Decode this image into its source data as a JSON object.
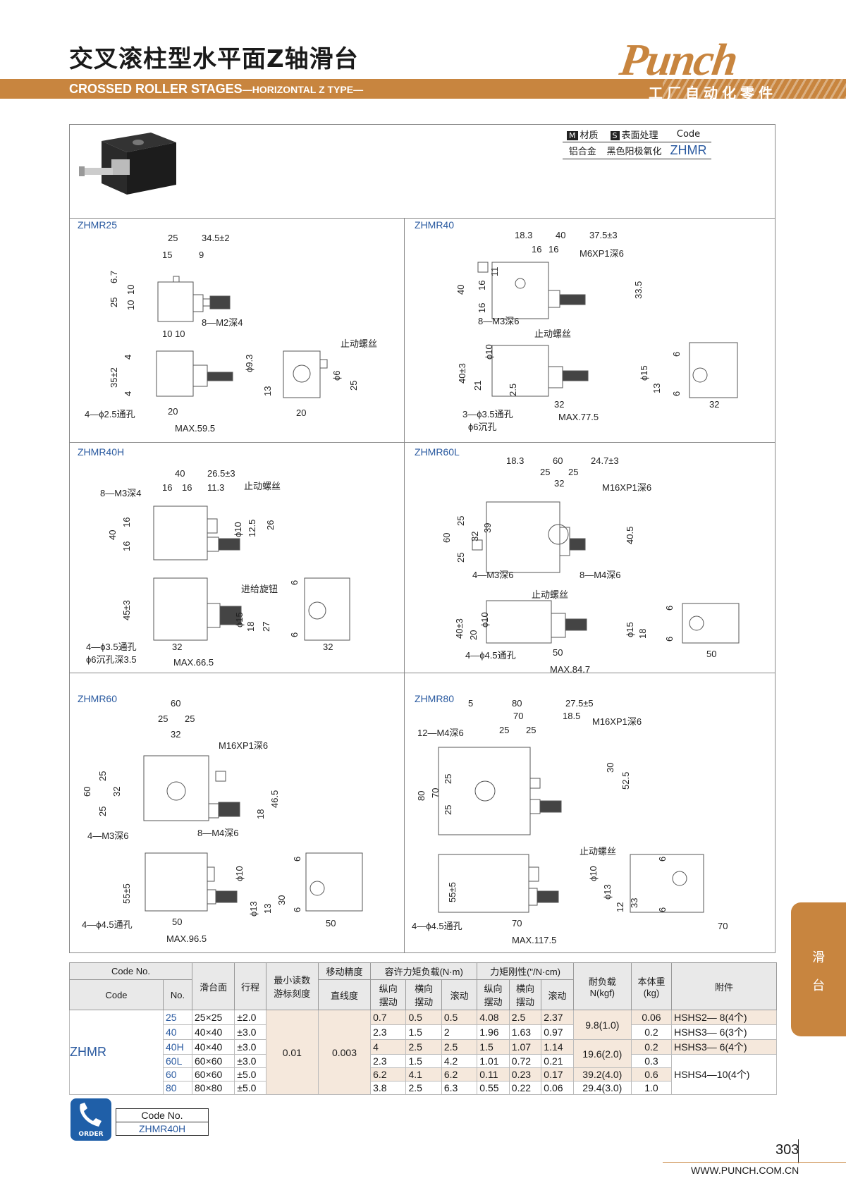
{
  "header": {
    "title_zh": "交叉滚柱型水平面Z轴滑台",
    "title_en": "CROSSED ROLLER STAGES",
    "title_en_sub": "—HORIZONTAL Z TYPE—",
    "brand": "Punch",
    "brand_sub": "工厂自动化零件",
    "accent_color": "#c8853f",
    "blue_color": "#2a5aa0"
  },
  "material": {
    "m_tag": "M",
    "m_label": "材质",
    "s_tag": "S",
    "s_label": "表面处理",
    "code_label": "Code",
    "m_value": "铝合金",
    "s_value": "黑色阳极氧化",
    "code_value": "ZHMR"
  },
  "sections": {
    "zhmr25": {
      "label": "ZHMR25",
      "d_25": "25",
      "d_345": "34.5±2",
      "d_15": "15",
      "d_9": "9",
      "d_67": "6.7",
      "d_25v": "25",
      "d_10a": "10",
      "d_10b": "10",
      "d_1010": "10 10",
      "d_m2": "8—M2深4",
      "d_stop": "止动螺丝",
      "d_4a": "4",
      "d_35": "35±2",
      "d_4b": "4",
      "d_93": "ϕ9.3",
      "d_13": "13",
      "d_6": "ϕ6",
      "d_25r": "25",
      "d_hole": "4—ϕ2.5通孔",
      "d_20": "20",
      "d_20r": "20",
      "d_max": "MAX.59.5"
    },
    "zhmr40": {
      "label": "ZHMR40",
      "d_183": "18.3",
      "d_40": "40",
      "d_375": "37.5±3",
      "d_16a": "16",
      "d_16b": "16",
      "d_m6": "M6XP1深6",
      "d_11": "11",
      "d_16v1": "16",
      "d_40v": "40",
      "d_16v2": "16",
      "d_335": "33.5",
      "d_m3": "8—M3深6",
      "d_stop": "止动螺丝",
      "d_10": "ϕ10",
      "d_40h": "40±3",
      "d_21": "21",
      "d_25": "2.5",
      "d_15": "ϕ15",
      "d_13": "13",
      "d_6a": "6",
      "d_6b": "6",
      "d_32": "32",
      "d_32r": "32",
      "d_hole": "3—ϕ3.5通孔",
      "d_sink": "ϕ6沉孔",
      "d_max": "MAX.77.5"
    },
    "zhmr40h": {
      "label": "ZHMR40H",
      "d_40": "40",
      "d_265": "26.5±3",
      "d_m3": "8—M3深4",
      "d_16a": "16",
      "d_16b": "16",
      "d_113": "11.3",
      "d_stop": "止动螺丝",
      "d_40v": "40",
      "d_16v1": "16",
      "d_16v2": "16",
      "d_10": "ϕ10",
      "d_125": "12.5",
      "d_26": "26",
      "d_feed": "进给旋钮",
      "d_45": "45±3",
      "d_15": "ϕ15",
      "d_18": "18",
      "d_27": "27",
      "d_6a": "6",
      "d_6b": "6",
      "d_hole": "4—ϕ3.5通孔",
      "d_sink": "ϕ6沉孔深3.5",
      "d_32": "32",
      "d_32r": "32",
      "d_max": "MAX.66.5"
    },
    "zhmr60l": {
      "label": "ZHMR60L",
      "d_183": "18.3",
      "d_60": "60",
      "d_247": "24.7±3",
      "d_25a": "25",
      "d_25b": "25",
      "d_32": "32",
      "d_m16": "M16XP1深6",
      "d_60v": "60",
      "d_25v1": "25",
      "d_32v": "32",
      "d_39": "39",
      "d_25v2": "25",
      "d_405": "40.5",
      "d_m3": "4—M3深6",
      "d_m4": "8—M4深6",
      "d_stop": "止动螺丝",
      "d_40h": "40±3",
      "d_10": "ϕ10",
      "d_20": "20",
      "d_15": "ϕ15",
      "d_18": "18",
      "d_6a": "6",
      "d_6b": "6",
      "d_hole": "4—ϕ4.5通孔",
      "d_50": "50",
      "d_50r": "50",
      "d_max": "MAX.84.7"
    },
    "zhmr60": {
      "label": "ZHMR60",
      "d_60": "60",
      "d_25a": "25",
      "d_25b": "25",
      "d_32": "32",
      "d_m16": "M16XP1深6",
      "d_60v": "60",
      "d_25v1": "25",
      "d_32v": "32",
      "d_25v2": "25",
      "d_465": "46.5",
      "d_18": "18",
      "d_m3": "4—M3深6",
      "d_m4": "8—M4深6",
      "d_55": "55±5",
      "d_10": "ϕ10",
      "d_13a": "ϕ13",
      "d_13b": "13",
      "d_30": "30",
      "d_6a": "6",
      "d_6b": "6",
      "d_hole": "4—ϕ4.5通孔",
      "d_50": "50",
      "d_50r": "50",
      "d_max": "MAX.96.5"
    },
    "zhmr80": {
      "label": "ZHMR80",
      "d_5": "5",
      "d_80": "80",
      "d_275": "27.5±5",
      "d_70": "70",
      "d_185": "18.5",
      "d_m16": "M16XP1深6",
      "d_m4": "12—M4深6",
      "d_25a": "25",
      "d_25b": "25",
      "d_80v": "80",
      "d_70v": "70",
      "d_25v1": "25",
      "d_25v2": "25",
      "d_30": "30",
      "d_525": "52.5",
      "d_stop": "止动螺丝",
      "d_55": "55±5",
      "d_10": "ϕ10",
      "d_13a": "ϕ13",
      "d_12": "12",
      "d_33": "33",
      "d_6a": "6",
      "d_6b": "6",
      "d_hole": "4—ϕ4.5通孔",
      "d_70h": "70",
      "d_70r": "70",
      "d_max": "MAX.117.5"
    }
  },
  "spec_table": {
    "headers": {
      "code_no": "Code No.",
      "code": "Code",
      "no": "No.",
      "surface": "滑台面",
      "travel": "行程",
      "min_read_1": "最小读数",
      "min_read_2": "游标刻度",
      "accuracy_1": "移动精度",
      "accuracy_2": "直线度",
      "load": "容许力矩负载(N·m)",
      "rigidity": "力矩刚性(\"/N·cm)",
      "pitch_1": "纵向",
      "pitch_2": "摆动",
      "yaw_1": "横向",
      "yaw_2": "摆动",
      "roll": "滚动",
      "pitch2_1": "纵向",
      "pitch2_2": "摆动",
      "yaw2_1": "横向",
      "yaw2_2": "摆动",
      "roll2": "滚动",
      "capacity_1": "耐负载",
      "capacity_2": "N(kgf)",
      "weight_1": "本体重",
      "weight_2": "(kg)",
      "accessory": "附件"
    },
    "code": "ZHMR",
    "min_read": "0.01",
    "straightness": "0.003",
    "rows": [
      {
        "no": "25",
        "surface": "25×25",
        "travel": "±2.0",
        "lp": "0.7",
        "ly": "0.5",
        "lr": "0.5",
        "rp": "4.08",
        "ry": "2.5",
        "rr": "2.37",
        "weight": "0.06"
      },
      {
        "no": "40",
        "surface": "40×40",
        "travel": "±3.0",
        "lp": "2.3",
        "ly": "1.5",
        "lr": "2",
        "rp": "1.96",
        "ry": "1.63",
        "rr": "0.97",
        "weight": "0.2"
      },
      {
        "no": "40H",
        "surface": "40×40",
        "travel": "±3.0",
        "lp": "4",
        "ly": "2.5",
        "lr": "2.5",
        "rp": "1.5",
        "ry": "1.07",
        "rr": "1.14",
        "weight": "0.2"
      },
      {
        "no": "60L",
        "surface": "60×60",
        "travel": "±3.0",
        "lp": "2.3",
        "ly": "1.5",
        "lr": "4.2",
        "rp": "1.01",
        "ry": "0.72",
        "rr": "0.21",
        "weight": "0.3"
      },
      {
        "no": "60",
        "surface": "60×60",
        "travel": "±5.0",
        "lp": "6.2",
        "ly": "4.1",
        "lr": "6.2",
        "rp": "0.11",
        "ry": "0.23",
        "rr": "0.17",
        "weight": "0.6"
      },
      {
        "no": "80",
        "surface": "80×80",
        "travel": "±5.0",
        "lp": "3.8",
        "ly": "2.5",
        "lr": "6.3",
        "rp": "0.55",
        "ry": "0.22",
        "rr": "0.06",
        "weight": "1.0"
      }
    ],
    "capacity": [
      "9.8(1.0)",
      "19.6(2.0)",
      "39.2(4.0)",
      "29.4(3.0)"
    ],
    "accessories": [
      "HSHS2— 8(4个)",
      "HSHS3— 6(3个)",
      "HSHS3— 6(4个)",
      "HSHS4—10(4个)"
    ]
  },
  "side_tab": {
    "line1": "滑",
    "line2": "台"
  },
  "order": {
    "icon_label": "ORDER",
    "code_no_label": "Code No.",
    "code_no_value": "ZHMR40H"
  },
  "footer": {
    "page": "303",
    "site": "WWW.PUNCH.COM.CN"
  }
}
